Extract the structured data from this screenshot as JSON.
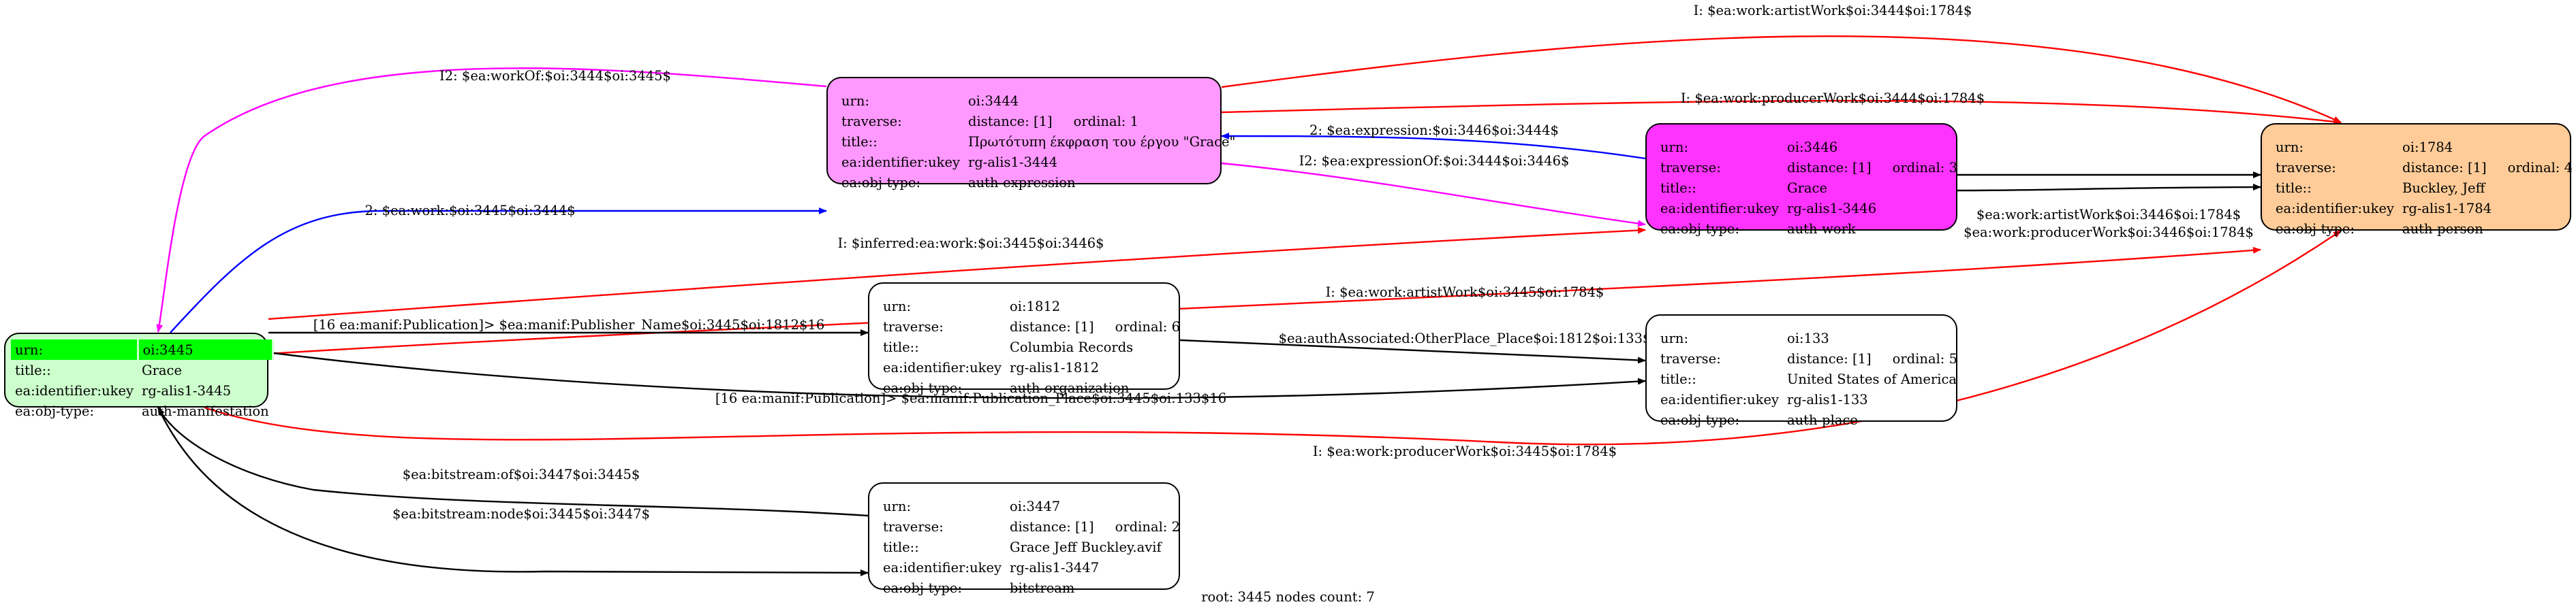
{
  "nodes": {
    "n3445": {
      "rows": [
        {
          "k": "urn:",
          "v": "oi:3445"
        },
        {
          "k": "title::",
          "v": "Grace"
        },
        {
          "k": "ea:identifier:ukey",
          "v": "rg-alis1-3445"
        },
        {
          "k": "ea:obj-type:",
          "v": "auth-manifestation"
        }
      ],
      "fill": "#ccffcc",
      "highlight": "#00ff00"
    },
    "n3444": {
      "rows": [
        {
          "k": "urn:",
          "v": "oi:3444"
        },
        {
          "k": "traverse:",
          "v": "distance: [1]",
          "extra": "ordinal: 1"
        },
        {
          "k": "title::",
          "v": "Πρωτότυπη έκφραση του έργου \"Grace\""
        },
        {
          "k": "ea:identifier:ukey",
          "v": "rg-alis1-3444"
        },
        {
          "k": "ea:obj-type:",
          "v": "auth-expression"
        }
      ],
      "fill": "#ff99ff"
    },
    "n3446": {
      "rows": [
        {
          "k": "urn:",
          "v": "oi:3446"
        },
        {
          "k": "traverse:",
          "v": "distance: [1]",
          "extra": "ordinal: 3"
        },
        {
          "k": "title::",
          "v": "Grace"
        },
        {
          "k": "ea:identifier:ukey",
          "v": "rg-alis1-3446"
        },
        {
          "k": "ea:obj-type:",
          "v": "auth-work"
        }
      ],
      "fill": "#ff33ff"
    },
    "n1784": {
      "rows": [
        {
          "k": "urn:",
          "v": "oi:1784"
        },
        {
          "k": "traverse:",
          "v": "distance: [1]",
          "extra": "ordinal: 4"
        },
        {
          "k": "title::",
          "v": "Buckley, Jeff"
        },
        {
          "k": "ea:identifier:ukey",
          "v": "rg-alis1-1784"
        },
        {
          "k": "ea:obj-type:",
          "v": "auth-person"
        }
      ],
      "fill": "#ffcc99"
    },
    "n1812": {
      "rows": [
        {
          "k": "urn:",
          "v": "oi:1812"
        },
        {
          "k": "traverse:",
          "v": "distance: [1]",
          "extra": "ordinal: 6"
        },
        {
          "k": "title::",
          "v": "Columbia Records"
        },
        {
          "k": "ea:identifier:ukey",
          "v": "rg-alis1-1812"
        },
        {
          "k": "ea:obj-type:",
          "v": "auth-organization"
        }
      ],
      "fill": "#ffffff"
    },
    "n133": {
      "rows": [
        {
          "k": "urn:",
          "v": "oi:133"
        },
        {
          "k": "traverse:",
          "v": "distance: [1]",
          "extra": "ordinal: 5"
        },
        {
          "k": "title::",
          "v": "United States of America"
        },
        {
          "k": "ea:identifier:ukey",
          "v": "rg-alis1-133"
        },
        {
          "k": "ea:obj-type:",
          "v": "auth-place"
        }
      ],
      "fill": "#ffffff"
    },
    "n3447": {
      "rows": [
        {
          "k": "urn:",
          "v": "oi:3447"
        },
        {
          "k": "traverse:",
          "v": "distance: [1]",
          "extra": "ordinal: 2"
        },
        {
          "k": "title::",
          "v": "Grace Jeff Buckley.avif"
        },
        {
          "k": "ea:identifier:ukey",
          "v": "rg-alis1-3447"
        },
        {
          "k": "ea:obj-type:",
          "v": "bitstream"
        }
      ],
      "fill": "#ffffff"
    }
  },
  "edges": [
    {
      "id": "e1",
      "label": "I: $ea:work:artistWork$oi:3444$oi:1784$",
      "color": "#ff0000"
    },
    {
      "id": "e2",
      "label": "I2: $ea:workOf:$oi:3444$oi:3445$",
      "color": "#ff00ff"
    },
    {
      "id": "e3",
      "label": "I: $ea:work:producerWork$oi:3444$oi:1784$",
      "color": "#ff0000"
    },
    {
      "id": "e4",
      "label": "2: $ea:expression:$oi:3446$oi:3444$",
      "color": "#0000ff"
    },
    {
      "id": "e5",
      "label": "2: $ea:work:$oi:3445$oi:3444$",
      "color": "#0000ff"
    },
    {
      "id": "e6",
      "label": "I2: $ea:expressionOf:$oi:3444$oi:3446$",
      "color": "#ff00ff"
    },
    {
      "id": "e7",
      "label": "$ea:work:artistWork$oi:3446$oi:1784$",
      "color": "#000000"
    },
    {
      "id": "e8",
      "label": "$ea:work:producerWork$oi:3446$oi:1784$",
      "color": "#000000"
    },
    {
      "id": "e9",
      "label": "I: $inferred:ea:work:$oi:3445$oi:3446$",
      "color": "#ff0000"
    },
    {
      "id": "e10",
      "label": "I: $ea:work:artistWork$oi:3445$oi:1784$",
      "color": "#ff0000"
    },
    {
      "id": "e11",
      "label": "[16 ea:manif:Publication]> $ea:manif:Publisher_Name$oi:3445$oi:1812$16",
      "color": "#000000"
    },
    {
      "id": "e12",
      "label": "$ea:authAssociated:OtherPlace_Place$oi:1812$oi:133$",
      "color": "#000000"
    },
    {
      "id": "e13",
      "label": "[16 ea:manif:Publication]> $ea:manif:Publication_Place$oi:3445$oi:133$16",
      "color": "#000000"
    },
    {
      "id": "e14",
      "label": "I: $ea:work:producerWork$oi:3445$oi:1784$",
      "color": "#ff0000"
    },
    {
      "id": "e15",
      "label": "$ea:bitstream:of$oi:3447$oi:3445$",
      "color": "#000000"
    },
    {
      "id": "e16",
      "label": "$ea:bitstream:node$oi:3445$oi:3447$",
      "color": "#000000"
    }
  ],
  "footer": "root: 3445 nodes count: 7"
}
